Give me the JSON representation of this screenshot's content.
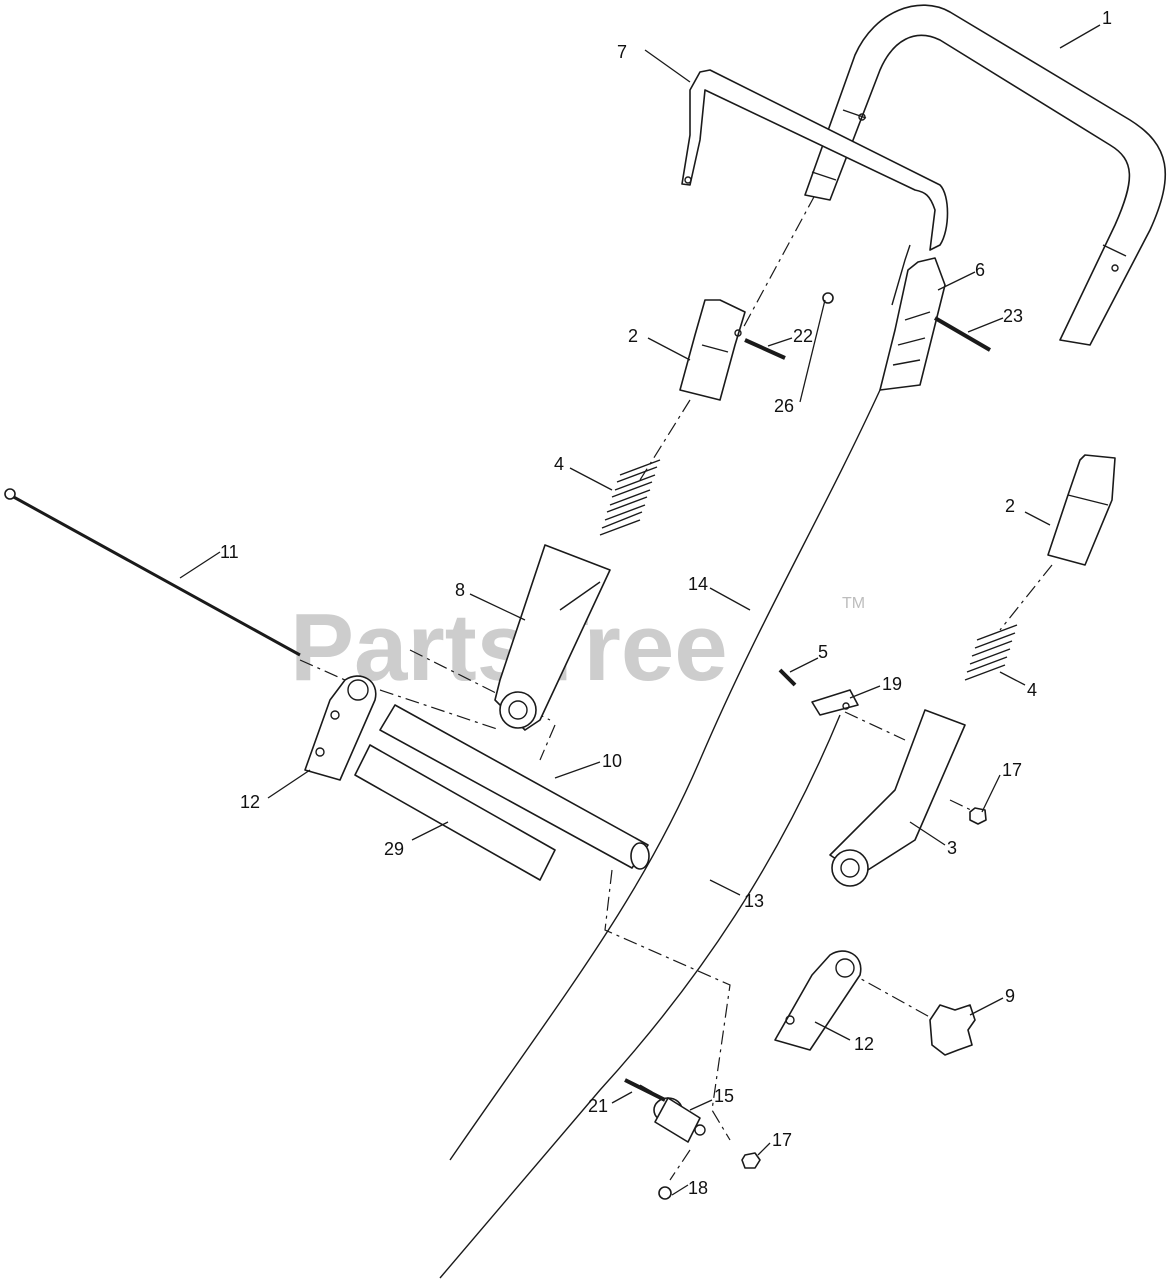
{
  "watermark": {
    "text": "PartsTree",
    "tm": "TM"
  },
  "callouts": {
    "c1": "1",
    "c2a": "2",
    "c2b": "2",
    "c3": "3",
    "c4a": "4",
    "c4b": "4",
    "c5": "5",
    "c6": "6",
    "c7": "7",
    "c8": "8",
    "c9": "9",
    "c10": "10",
    "c11": "11",
    "c12a": "12",
    "c12b": "12",
    "c13": "13",
    "c14": "14",
    "c15": "15",
    "c17a": "17",
    "c17b": "17",
    "c18": "18",
    "c19": "19",
    "c21": "21",
    "c22": "22",
    "c23": "23",
    "c26": "26",
    "c29": "29"
  }
}
